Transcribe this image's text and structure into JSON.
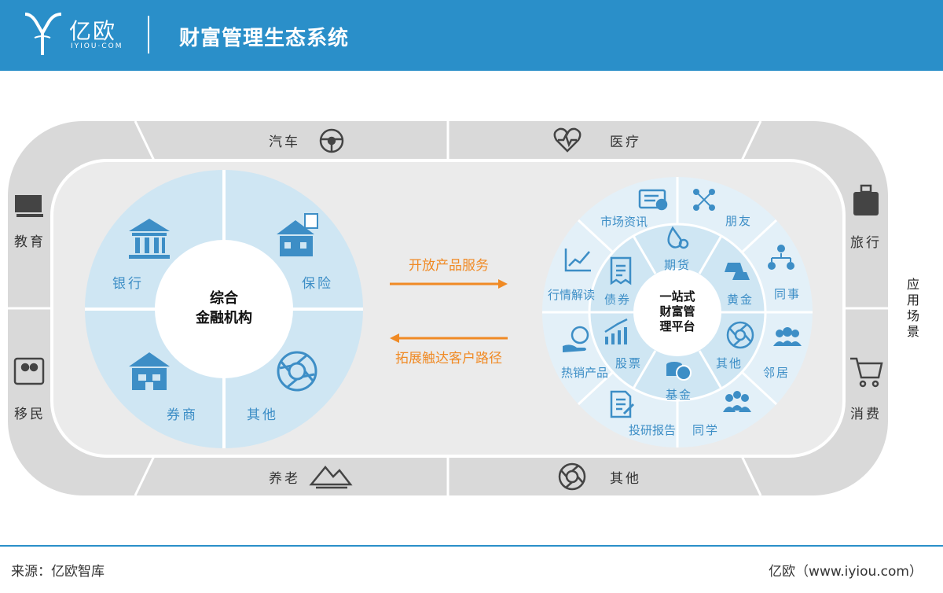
{
  "header": {
    "logo_text": "亿欧",
    "logo_sub": "IYIOU·COM",
    "title": "财富管理生态系统"
  },
  "scenes": {
    "label": "应用场景",
    "top": [
      "汽车",
      "医疗"
    ],
    "bottom": [
      "养老",
      "其他"
    ],
    "left": [
      "教育",
      "移民"
    ],
    "right": [
      "旅行",
      "消费"
    ]
  },
  "left_wheel": {
    "center": [
      "综合",
      "金融机构"
    ],
    "segments": [
      "银行",
      "保险",
      "券商",
      "其他"
    ]
  },
  "arrows": {
    "to_right": "开放产品服务",
    "to_left": "拓展触达客户路径"
  },
  "right_wheel": {
    "center": [
      "一站式",
      "财富管",
      "理平台"
    ],
    "inner": [
      "期货",
      "黄金",
      "其他",
      "基金",
      "股票",
      "债券"
    ],
    "outer": [
      "朋友",
      "同事",
      "邻居",
      "同学",
      "投研报告",
      "热销产品",
      "行情解读",
      "市场资讯"
    ]
  },
  "footer": {
    "source": "来源：亿欧智库",
    "site": "亿欧（www.iyiou.com）"
  },
  "colors": {
    "header": "#2a8fc9",
    "icon": "#3d8ec6",
    "ring_light": "#cfe6f3",
    "ring_outer": "#e3f0f8",
    "arrow": "#f08a24",
    "frame_outer": "#d9d9d9",
    "frame_inner": "#ebebeb"
  }
}
